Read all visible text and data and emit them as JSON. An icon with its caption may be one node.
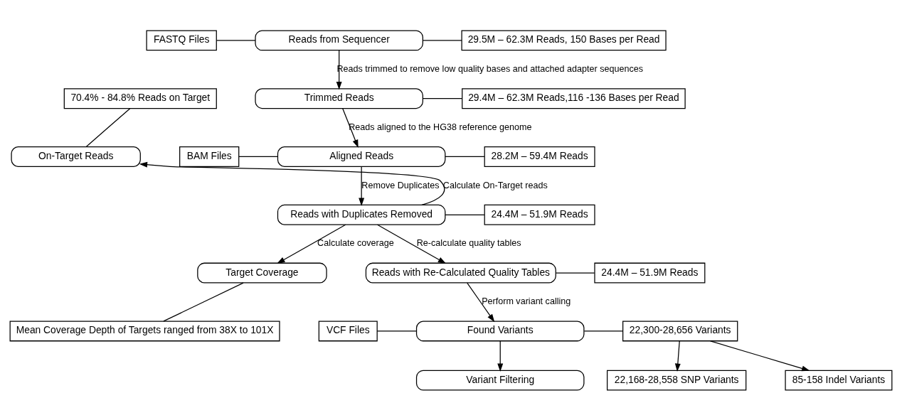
{
  "diagram": {
    "nodes": [
      {
        "text": [
          "FASTQ Files"
        ]
      },
      {
        "text": [
          "Reads from Sequencer"
        ]
      },
      {
        "text": [
          "29.5M – 62.3M Reads, 150 Bases per Read"
        ]
      },
      {
        "text": [
          "70.4% - 84.8% Reads on Target"
        ]
      },
      {
        "text": [
          "Trimmed Reads"
        ]
      },
      {
        "text": [
          "29.4M – 62.3M Reads,116 -136 Bases per Read"
        ]
      },
      {
        "text": [
          "On-Target Reads"
        ]
      },
      {
        "text": [
          "BAM Files"
        ]
      },
      {
        "text": [
          "Aligned Reads"
        ]
      },
      {
        "text": [
          "28.2M – 59.4M Reads"
        ]
      },
      {
        "text": [
          "Reads with Duplicates Removed"
        ]
      },
      {
        "text": [
          "24.4M – 51.9M Reads"
        ]
      },
      {
        "text": [
          "Reads with Re-Calculated Quality Tables"
        ]
      },
      {
        "text": [
          "24.4M – 51.9M Reads"
        ]
      },
      {
        "text": [
          "Target Coverage"
        ]
      },
      {
        "text": [
          "VCF Files"
        ]
      },
      {
        "text": [
          "Found Variants"
        ]
      },
      {
        "text": [
          "22,300-28,656 Variants"
        ]
      },
      {
        "text": [
          "Mean Coverage Depth of Targets ranged from 38X to 101X"
        ]
      },
      {
        "text": [
          "22,168-28,558 SNP Variants"
        ]
      },
      {
        "text": [
          "85-158 Indel Variants"
        ]
      },
      {
        "text": [
          "Variant Filtering"
        ]
      }
    ],
    "edges": [
      {
        "from": 0,
        "to": 1,
        "arrow": "none"
      },
      {
        "from": 1,
        "to": 2,
        "arrow": "none"
      },
      {
        "from": 1,
        "to": 4,
        "arrow": "to",
        "label": "Reads trimmed to remove low quality bases and attached adapter sequences"
      },
      {
        "from": 4,
        "to": 5,
        "arrow": "none"
      },
      {
        "from": 3,
        "to": 6,
        "arrow": "none"
      },
      {
        "from": 4,
        "to": 8,
        "arrow": "to",
        "label": "Reads aligned to the HG38 reference genome"
      },
      {
        "from": 7,
        "to": 8,
        "arrow": "none"
      },
      {
        "from": 8,
        "to": 9,
        "arrow": "none"
      },
      {
        "from": 8,
        "to": 10,
        "arrow": "to",
        "label": "Remove Duplicates"
      },
      {
        "from": 10,
        "to": 6,
        "arrow": "to",
        "label": "Calculate On-Target reads"
      },
      {
        "from": 10,
        "to": 11,
        "arrow": "none"
      },
      {
        "from": 10,
        "to": 12,
        "arrow": "to",
        "label": "Re-calculate quality tables"
      },
      {
        "from": 10,
        "to": 14,
        "arrow": "to",
        "label": "Calculate coverage"
      },
      {
        "from": 12,
        "to": 13,
        "arrow": "none"
      },
      {
        "from": 12,
        "to": 16,
        "arrow": "to",
        "label": "Perform variant calling"
      },
      {
        "from": 15,
        "to": 16,
        "arrow": "none"
      },
      {
        "from": 16,
        "to": 17,
        "arrow": "none"
      },
      {
        "from": 14,
        "to": 18,
        "arrow": "none"
      },
      {
        "from": 17,
        "to": 19,
        "arrow": "to"
      },
      {
        "from": 17,
        "to": 20,
        "arrow": "to"
      },
      {
        "from": 16,
        "to": 21,
        "arrow": "to"
      }
    ]
  }
}
